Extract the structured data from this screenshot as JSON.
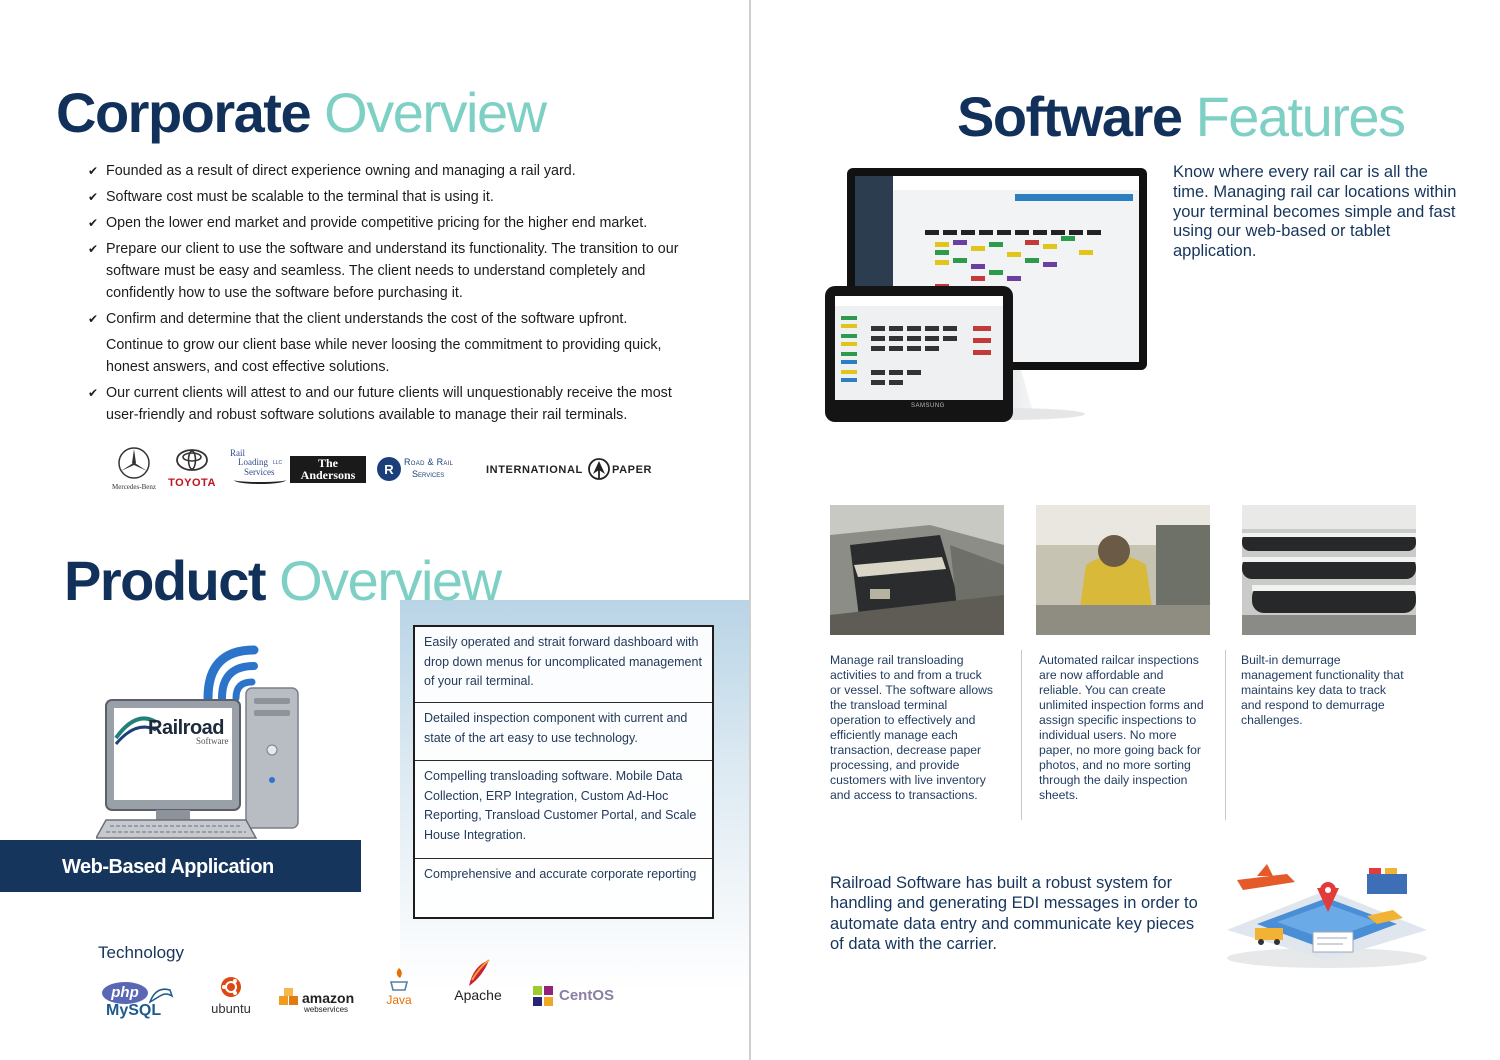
{
  "corporate": {
    "title_strong": "Corporate",
    "title_light": "Overview",
    "bullets": [
      {
        "check": true,
        "text": "Founded as a result of direct experience owning and managing a rail yard."
      },
      {
        "check": true,
        "text": "Software cost must be scalable to the terminal that is using it."
      },
      {
        "check": true,
        "text": "Open the lower end market and provide competitive pricing for the higher end market."
      },
      {
        "check": true,
        "text": "Prepare our client to use the software and understand its functionality. The transition to our software must be easy and seamless.  The client needs to understand completely and confidently how to use the software before purchasing it."
      },
      {
        "check": true,
        "text": "Confirm and determine that the client understands the cost of the software upfront."
      },
      {
        "check": false,
        "text": "Continue to grow our client base while never loosing the commitment to providing quick, honest answers, and cost effective solutions."
      },
      {
        "check": true,
        "text": "Our current clients will attest to and our future clients will unquestionably receive  the most user-friendly and robust software solutions available to manage their rail terminals."
      }
    ],
    "client_logos": {
      "mercedes": "Mercedes-Benz",
      "toyota": "TOYOTA",
      "rail_loading_1": "Rail",
      "rail_loading_2": "Loading",
      "rail_loading_3": "Services",
      "rail_loading_4": "LLC",
      "andersons_1": "The",
      "andersons_2": "Andersons",
      "road_rail_1": "Road & Rail",
      "road_rail_2": "Services",
      "ip_1": "INTERNATIONAL",
      "ip_2": "PAPER"
    }
  },
  "product": {
    "title_strong": "Product",
    "title_light": "Overview",
    "computer_logo": "Railroad",
    "computer_logo_sub": "Software",
    "banner": "Web-Based Application",
    "features": [
      "Easily operated and strait forward dashboard with drop down menus for uncomplicated management of your rail terminal.",
      "Detailed inspection component with current and state of the art easy to use  technology.",
      "Compelling transloading software. Mobile Data Collection,  ERP Integration, Custom Ad-Hoc Reporting, Transload Customer Portal, and Scale House Integration.",
      "Comprehensive and accurate corporate reporting"
    ],
    "technology_label": "Technology",
    "tech_logos": {
      "php": "php",
      "mysql": "MySQL",
      "ubuntu": "ubuntu",
      "amazon_1": "amazon",
      "amazon_2": "webservices",
      "java": "Java",
      "apache": "Apache",
      "centos": "CentOS"
    }
  },
  "software": {
    "title_strong": "Software",
    "title_light": "Features",
    "intro": "Know where every rail car is all the time. Managing rail car locations within your terminal becomes simple and fast using our web-based or tablet application.",
    "device_brand": "SAMSUNG",
    "columns": [
      "Manage rail transloading activities to and from a truck or vessel. The software allows the transload terminal operation to effectively and efficiently manage each transaction, decrease paper processing, and provide customers with live inventory and access to transactions.",
      "Automated railcar inspections are now affordable and reliable. You can create unlimited inspection forms and assign specific inspections to individual users.  No more paper, no more going back for photos, and no more sorting through the daily inspection sheets.",
      "Built-in demurrage management functionality that maintains key data to track and respond to demurrage challenges."
    ],
    "edi_text": "Railroad Software has built a robust system for handling and generating EDI messages in order to automate data entry and communicate key pieces of data with the carrier."
  },
  "colors": {
    "navy": "#11305a",
    "teal": "#7fd0c4",
    "banner": "#16355c"
  }
}
